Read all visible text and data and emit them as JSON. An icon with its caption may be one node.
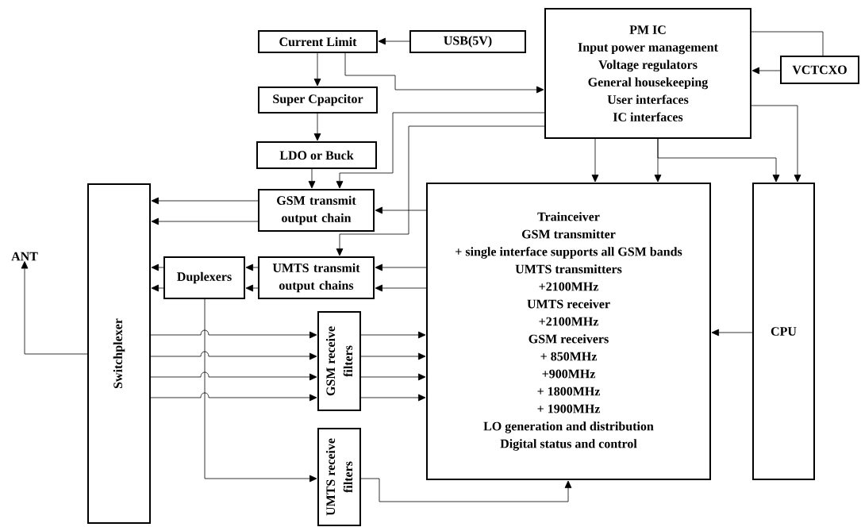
{
  "diagram": {
    "nodes": [
      {
        "text": [
          "Current Limit"
        ]
      },
      {
        "text": [
          "USB(5V)"
        ]
      },
      {
        "text": [
          "PM IC",
          "Input power management",
          "Voltage regulators",
          "General housekeeping",
          "User interfaces",
          "IC interfaces"
        ]
      },
      {
        "text": [
          "VCTCXO"
        ]
      },
      {
        "text": [
          "Super Cpapcitor"
        ]
      },
      {
        "text": [
          "LDO or Buck"
        ]
      },
      {
        "text": [
          "Switchplexer"
        ]
      },
      {
        "text": [
          "GSM transmit output chain"
        ]
      },
      {
        "text": [
          "Trainceiver",
          "GSM transmitter",
          "+ single interface supports all GSM bands",
          "UMTS transmitters",
          "+2100MHz",
          "UMTS receiver",
          "+2100MHz",
          "GSM receivers",
          "+ 850MHz",
          "+900MHz",
          "+ 1800MHz",
          "+ 1900MHz",
          "LO generation and distribution",
          "Digital status and control"
        ]
      },
      {
        "text": [
          "CPU"
        ]
      },
      {
        "text": [
          "ANT"
        ]
      },
      {
        "text": [
          "Duplexers"
        ]
      },
      {
        "text": [
          "UMTS transmit output chains"
        ]
      },
      {
        "text": [
          "GSM receive filters"
        ]
      },
      {
        "text": [
          "UMTS receive filters"
        ]
      }
    ],
    "edges": [
      {
        "from": 1,
        "to": 0,
        "arrow": "to"
      },
      {
        "from": 0,
        "to": 4,
        "arrow": "to"
      },
      {
        "from": 0,
        "to": 2,
        "arrow": "to"
      },
      {
        "from": 4,
        "to": 5,
        "arrow": "to"
      },
      {
        "from": 5,
        "to": 7,
        "arrow": "to"
      },
      {
        "from": 2,
        "to": 7,
        "arrow": "to"
      },
      {
        "from": 2,
        "to": 12,
        "arrow": "to"
      },
      {
        "from": 7,
        "to": 6,
        "arrow": "to"
      },
      {
        "from": 7,
        "to": 6,
        "arrow": "to"
      },
      {
        "from": 8,
        "to": 7,
        "arrow": "to"
      },
      {
        "from": 8,
        "to": 12,
        "arrow": "to"
      },
      {
        "from": 8,
        "to": 12,
        "arrow": "to"
      },
      {
        "from": 12,
        "to": 11,
        "arrow": "to"
      },
      {
        "from": 12,
        "to": 11,
        "arrow": "to"
      },
      {
        "from": 11,
        "to": 6,
        "arrow": "to"
      },
      {
        "from": 11,
        "to": 6,
        "arrow": "to"
      },
      {
        "from": 11,
        "to": 14,
        "arrow": "to"
      },
      {
        "from": 6,
        "to": 13,
        "arrow": "to"
      },
      {
        "from": 6,
        "to": 13,
        "arrow": "to"
      },
      {
        "from": 6,
        "to": 13,
        "arrow": "to"
      },
      {
        "from": 6,
        "to": 13,
        "arrow": "to"
      },
      {
        "from": 13,
        "to": 8,
        "arrow": "to"
      },
      {
        "from": 13,
        "to": 8,
        "arrow": "to"
      },
      {
        "from": 13,
        "to": 8,
        "arrow": "to"
      },
      {
        "from": 13,
        "to": 8,
        "arrow": "to"
      },
      {
        "from": 14,
        "to": 8,
        "arrow": "to"
      },
      {
        "from": 6,
        "to": 10,
        "arrow": "to"
      },
      {
        "from": 3,
        "to": 2,
        "arrow": "to"
      },
      {
        "from": 2,
        "to": 3,
        "arrow": "none"
      },
      {
        "from": 2,
        "to": 8,
        "arrow": "to"
      },
      {
        "from": 2,
        "to": 8,
        "arrow": "to"
      },
      {
        "from": 2,
        "to": 9,
        "arrow": "to"
      },
      {
        "from": 2,
        "to": 9,
        "arrow": "to"
      },
      {
        "from": 9,
        "to": 8,
        "arrow": "to"
      }
    ]
  }
}
